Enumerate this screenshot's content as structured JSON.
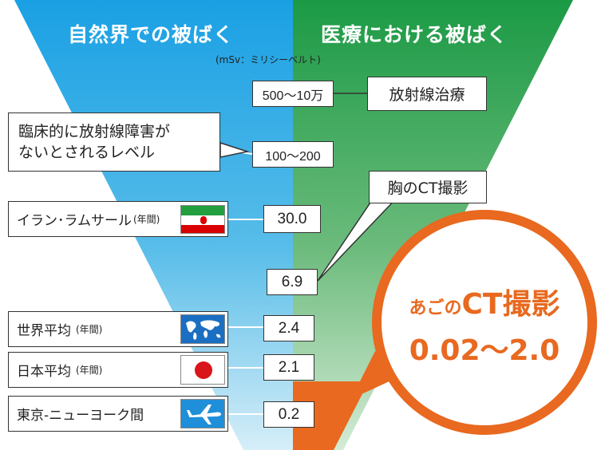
{
  "headers": {
    "left": "自然界での被ばく",
    "right": "医療における被ばく"
  },
  "unit": "(mSv：ミリシーベルト)",
  "values": {
    "v1": "500〜10万",
    "v2": "100〜200",
    "v3": "30.0",
    "v4": "6.9",
    "v5": "2.4",
    "v6": "2.1",
    "v7": "0.2"
  },
  "labels": {
    "radiotherapy": "放射線治療",
    "threshold_line1": "臨床的に放射線障害が",
    "threshold_line2": "ないとされるレベル",
    "ramsar": "イラン･ラムサール",
    "ramsar_sub": "(年間)",
    "chest_ct": "胸のCT撮影",
    "world_avg": "世界平均",
    "world_avg_sub": "(年間)",
    "japan_avg": "日本平均",
    "japan_avg_sub": "(年間)",
    "flight": "東京-ニューヨーク間"
  },
  "highlight": {
    "line1_small": "あごの",
    "line1_big": "CT撮影",
    "line2": "0.02〜2.0"
  },
  "colors": {
    "blue": "#2aa9e6",
    "green": "#21a04c",
    "orange": "#e8691f",
    "japan_red": "#d9141b",
    "iran_green": "#239f40",
    "iran_red": "#da0000"
  },
  "icons": {
    "iran_flag": "iran-flag-icon",
    "world_map": "world-map-icon",
    "japan_flag": "japan-flag-icon",
    "airplane": "airplane-icon"
  }
}
